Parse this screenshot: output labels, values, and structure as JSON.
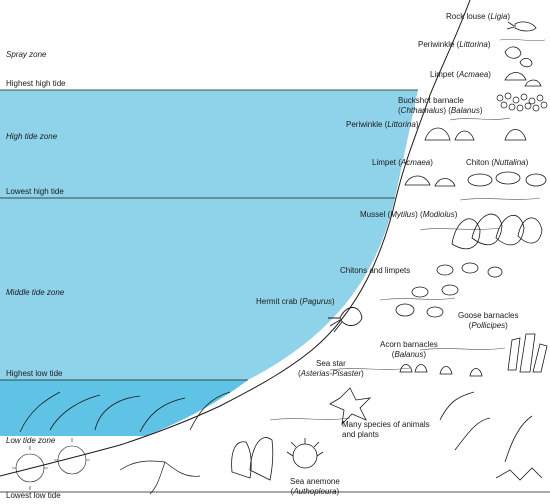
{
  "colors": {
    "water_high": "#8fd3ea",
    "water_low": "#5fc3e6",
    "ink": "#1a1a1a",
    "background": "#ffffff"
  },
  "zones": {
    "spray": "Spray zone",
    "high": "High tide zone",
    "middle": "Middle tide zone",
    "low": "Low tide zone"
  },
  "tide_lines": {
    "highest_high": "Highest high tide",
    "lowest_high": "Lowest high tide",
    "highest_low": "Highest low tide",
    "lowest_low": "Lowest low tide"
  },
  "organisms": {
    "rock_louse": {
      "name": "Rock louse (",
      "genus": "Ligia",
      "close": ")"
    },
    "periwinkle_spray": {
      "name": "Periwinkle (",
      "genus": "Littorina",
      "close": ")"
    },
    "limpet_spray": {
      "name": "Limpet (",
      "genus": "Acmaea",
      "close": ")"
    },
    "buckshot_barnacle": {
      "line1": "Buckshot barnacle",
      "pre": "(",
      "genus1": "Chthamalus",
      "mid": ") (",
      "genus2": "Balanus",
      "close": ")"
    },
    "periwinkle_high": {
      "name": "Periwinkle (",
      "genus": "Littorina",
      "close": ")"
    },
    "limpet_high": {
      "name": "Limpet (",
      "genus": "Acmaea",
      "close": ")"
    },
    "chiton": {
      "name": "Chiton (",
      "genus": "Nuttalina",
      "close": ")"
    },
    "mussel": {
      "name": "Mussel (",
      "genus1": "Mytilus",
      "mid": ") (",
      "genus2": "Modiolus",
      "close": ")"
    },
    "chitons_limpets": {
      "name": "Chitons and limpets"
    },
    "hermit_crab": {
      "name": "Hermit crab (",
      "genus": "Pagurus",
      "close": ")"
    },
    "goose_barnacles": {
      "line1": "Goose barnacles",
      "pre": "(",
      "genus": "Pollicipes",
      "close": ")"
    },
    "acorn_barnacles": {
      "line1": "Acorn barnacles",
      "pre": "(",
      "genus": "Balanus",
      "close": ")"
    },
    "sea_star": {
      "line1": "Sea star",
      "pre": "(",
      "genus": "Asterias-Pisaster",
      "close": ")"
    },
    "many_species": {
      "line1": "Many species of animals",
      "line2": "and plants"
    },
    "sea_anemone": {
      "line1": "Sea anemone",
      "pre": "(",
      "genus": "Authopleura",
      "close": ")"
    }
  }
}
